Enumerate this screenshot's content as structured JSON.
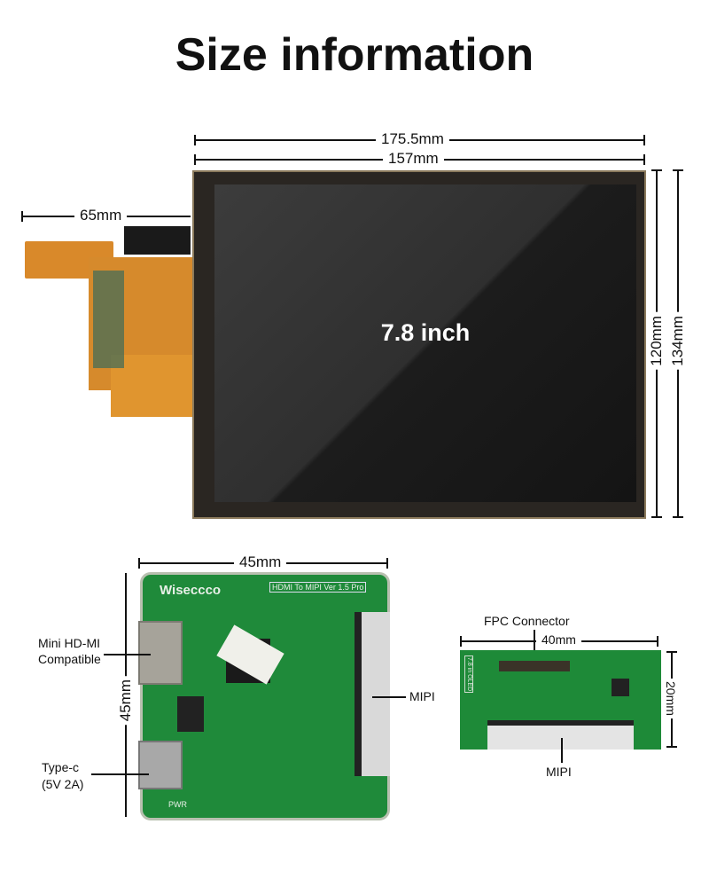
{
  "title": "Size information",
  "display": {
    "label": "7.8 inch",
    "width_outer": "175.5mm",
    "width_active": "157mm",
    "fpc_length": "65mm",
    "height_active": "120mm",
    "height_outer": "134mm"
  },
  "driver_board": {
    "width": "45mm",
    "height": "45mm",
    "brand": "Wiseccco",
    "board_label": "HDMI To MIPI Ver 1.5 Pro",
    "hdmi_label_1": "Mini HD-MI",
    "hdmi_label_2": "Compatible",
    "usb_label_1": "Type-c",
    "usb_label_2": "(5V 2A)",
    "mipi_label": "MIPI",
    "pwr": "PWR"
  },
  "adapter_board": {
    "fpc_label": "FPC Connector",
    "width": "40mm",
    "height": "20mm",
    "mipi_label": "MIPI",
    "silk": "7.8 in OLED"
  }
}
